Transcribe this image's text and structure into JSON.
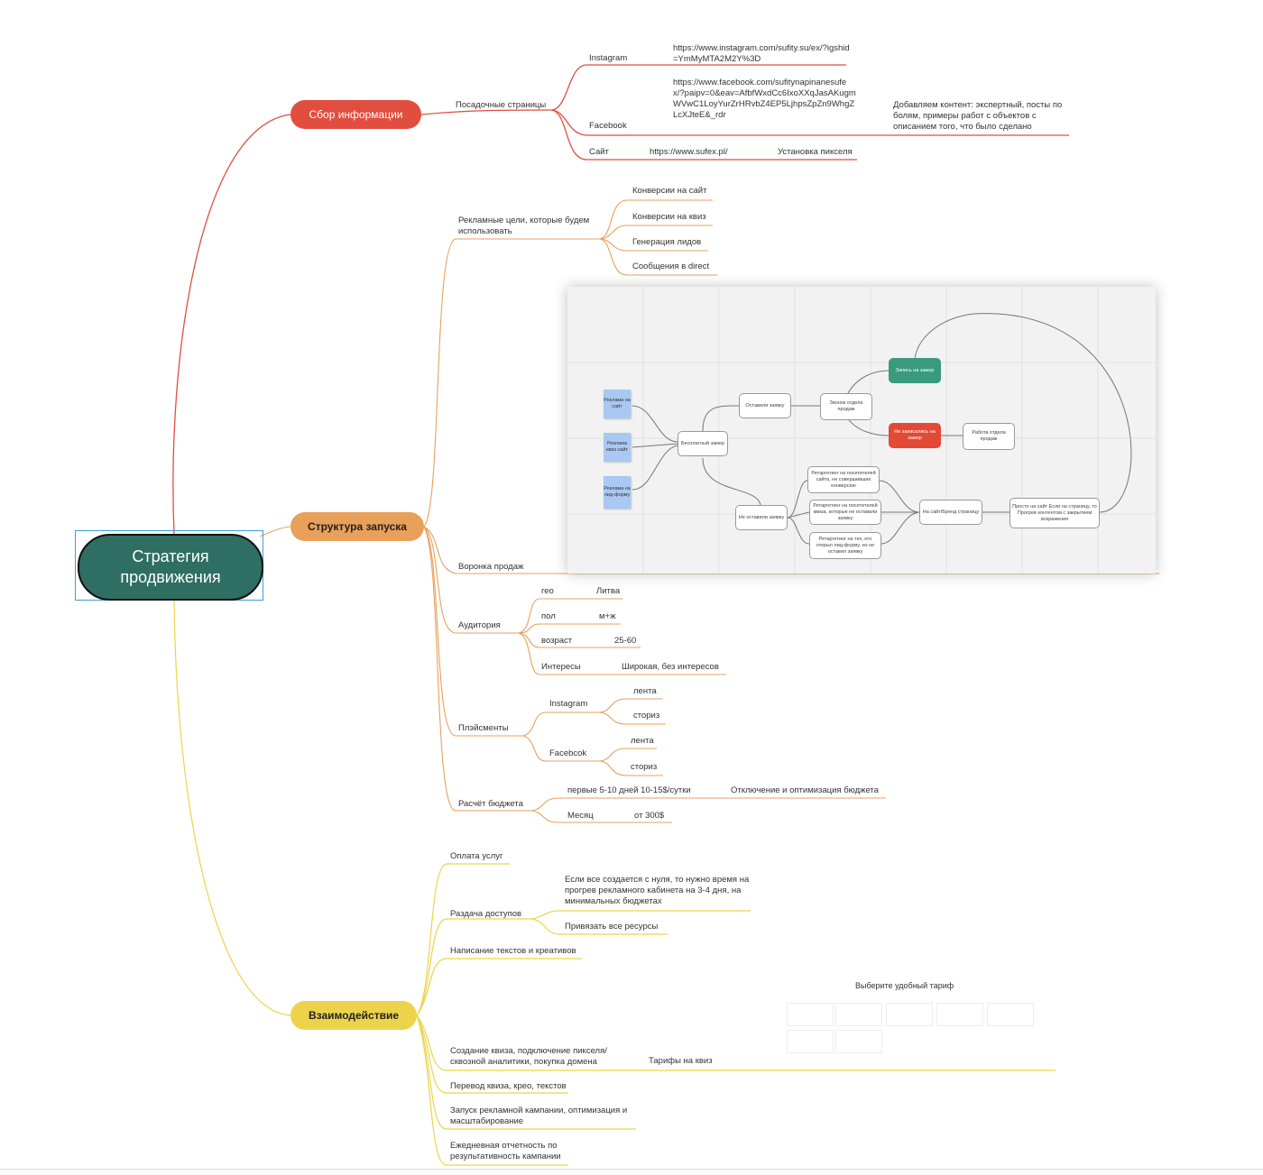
{
  "root": {
    "title": "Стратегия продвижения"
  },
  "branches": {
    "info": {
      "label": "Сбор информации",
      "color": "#e14e3f",
      "landing": "Посадочные страницы",
      "instagram_label": "Instagram",
      "instagram_url": "https://www.instagram.com/sufity.su/ex/?igshid=YmMyMTA2M2Y%3D",
      "facebook_label": "Facebook",
      "facebook_url": "https://www.facebook.com/sufitynapinanesufex/?paipv=0&eav=AfbfWxdCc6IxoXXqJasAKugmWVwC1LoyYurZrHRvbZ4EP5LjhpsZpZn9WhgZLcXJteE&_rdr",
      "facebook_note": "Добавляем контент: экспертный, посты по болям, примеры работ с объектов с описанием того, что было сделано",
      "site_label": "Сайт",
      "site_url": "https://www.sufex.pl/",
      "site_note": "Установка пикселя"
    },
    "launch": {
      "label": "Структура запуска",
      "color": "#e8a05a",
      "goals_label": "Рекламные цели, которые будем использовать",
      "goals": [
        "Конверсии на сайт",
        "Конверсии на квиз",
        "Генерация лидов",
        "Сообщения в direct"
      ],
      "funnel_label": "Воронка продаж",
      "audience_label": "Аудитория",
      "audience": [
        {
          "k": "гео",
          "v": "Литва"
        },
        {
          "k": "пол",
          "v": "м+ж"
        },
        {
          "k": "возраст",
          "v": "25-60"
        },
        {
          "k": "Интересы",
          "v": "Широкая, без интересов"
        }
      ],
      "placements_label": "Плэйсменты",
      "placements": {
        "instagram": "Instagram",
        "facebook": "Facebcok",
        "feed": "лента",
        "stories": "сториз"
      },
      "budget_label": "Расчёт бюджета",
      "budget_first": "первые 5-10 дней 10-15$/сутки",
      "budget_note": "Отключение и оптимизация бюджета",
      "budget_month": "Месяц",
      "budget_month_value": "от 300$"
    },
    "interact": {
      "label": "Взаимодействие",
      "color": "#ecd34a",
      "items": [
        "Оплата услуг",
        "Раздача доступов",
        "Написание текстов и креативов",
        "Создание квиза, подключение пикселя/сквозной аналитики, покупка домена",
        "Перевод квиза, крео, текстов",
        "Запуск рекламной кампании, оптимизация и масштабирование",
        "Ежедневная отчетность по результативность кампании"
      ],
      "access_note1": "Если все создается с нуля, то нужно время на прогрев рекламного кабинета на 3-4 дня, на минимальных бюджетах",
      "access_note2": "Привязать все ресурсы",
      "quiz_tariffs": "Тарифы на квиз",
      "tariff_title": "Выберите удобный тариф"
    }
  },
  "funnel": {
    "stickies": [
      "Реклама на сайт",
      "Реклама квиз сайт",
      "Реклама на лид-форму"
    ],
    "free_measure": "Бесплатный замер",
    "left_request": "Оставили заявку",
    "sales_call": "Звонок отдела продаж",
    "measure_sale": "Запись на замер",
    "no_measure": "Не записались на замер",
    "sales_work": "Работа отдела продаж",
    "no_request": "Не оставили заявку",
    "retarget1": "Ретаргетинг на посетителей сайта, не совершивших конверсию",
    "retarget2": "Ретаргетинг на посетителей квиза, которые не оставили заявку",
    "retarget3": "Ретаргетинг на тех, кто открыл лид-форму, но не оставил заявку",
    "site_page": "На сайт/Бренд страницу",
    "warmup": "Просто на сайт Если на страницу, то Прогрев контентом с закрытием возражения",
    "colors": {
      "green": "#3a9a7d",
      "red": "#e24a36",
      "sticky": "#a9c8f2"
    }
  }
}
